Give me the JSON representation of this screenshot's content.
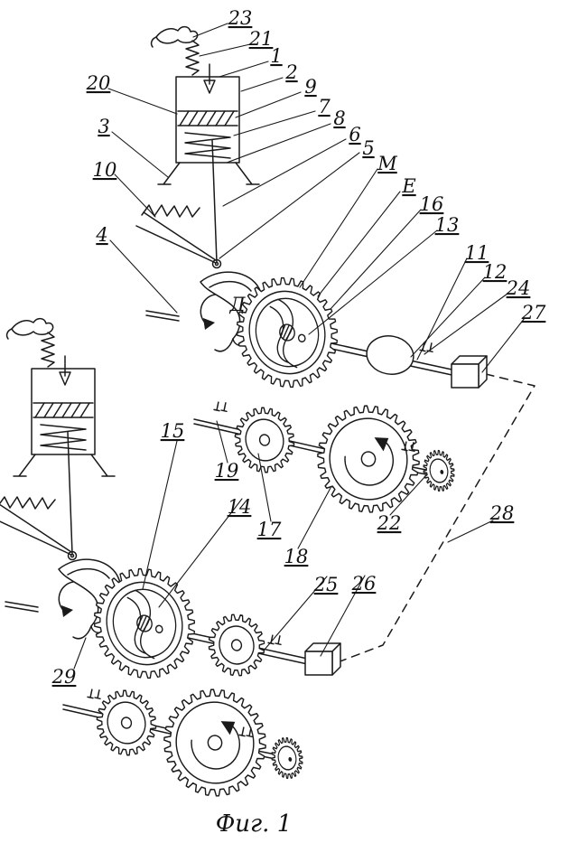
{
  "figure": {
    "caption": "Фиг. 1"
  },
  "labels": {
    "n1": "1",
    "n2": "2",
    "n3": "3",
    "n4": "4",
    "n5": "5",
    "n6": "6",
    "n7": "7",
    "n8": "8",
    "n9": "9",
    "n10": "10",
    "n11": "11",
    "n12": "12",
    "n13": "13",
    "n14": "14",
    "n15": "15",
    "n16": "16",
    "n17": "17",
    "n18": "18",
    "n19": "19",
    "n20": "20",
    "n21": "21",
    "n22": "22",
    "n23": "23",
    "n24": "24",
    "n25": "25",
    "n26": "26",
    "n27": "27",
    "n28": "28",
    "n29": "29",
    "M": "М",
    "E": "Е",
    "D": "Д"
  },
  "ink_color": "#1a1a1a"
}
